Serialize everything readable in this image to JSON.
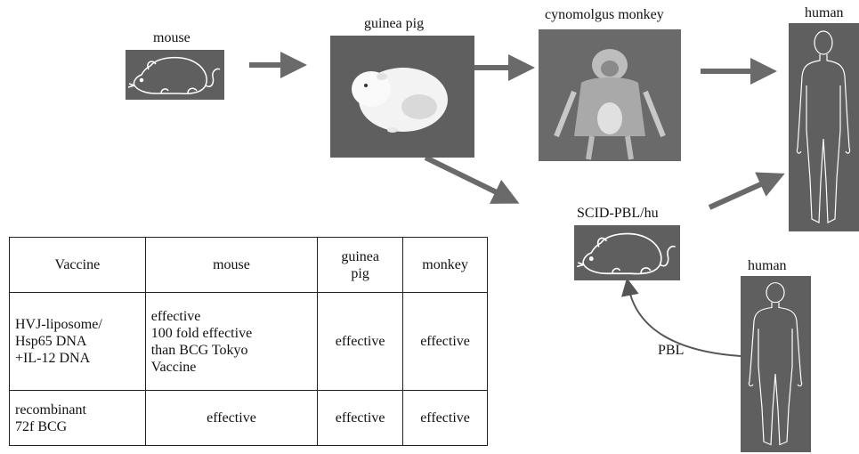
{
  "labels": {
    "mouse": "mouse",
    "guinea_pig": "guinea pig",
    "cynomolgus_monkey": "cynomolgus monkey",
    "human_top": "human",
    "scid": "SCID-PBL/hu",
    "human_bottom": "human",
    "pbl": "PBL"
  },
  "table": {
    "headers": [
      "Vaccine",
      "mouse",
      "guinea\npig",
      "monkey"
    ],
    "rows": [
      {
        "vaccine": "HVJ-liposome/\nHsp65 DNA\n+IL-12 DNA",
        "mouse": "effective\n100 fold effective\nthan BCG Tokyo\nVaccine",
        "guinea_pig": "effective",
        "monkey": "effective"
      },
      {
        "vaccine": "recombinant\n72f BCG",
        "mouse": "effective",
        "guinea_pig": "effective",
        "monkey": "effective"
      }
    ]
  },
  "colors": {
    "panel": "#5f5f5f",
    "arrow": "#6a6a6a",
    "outline": "#ffffff"
  }
}
